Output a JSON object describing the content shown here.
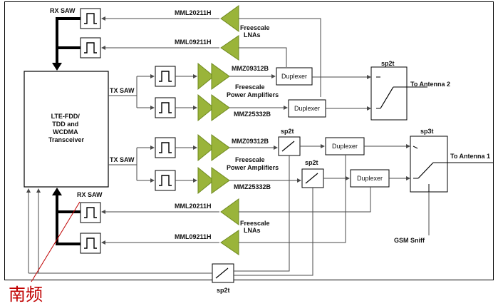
{
  "labels": {
    "rx_saw_top": "RX SAW",
    "rx_saw_bottom": "RX SAW",
    "tx_saw_1": "TX SAW",
    "tx_saw_2": "TX SAW",
    "lna_top_1": "MML20211H",
    "lna_top_2": "MML09211H",
    "lna_bot_1": "MML20211H",
    "lna_bot_2": "MML09211H",
    "pa_1": "MMZ09312B",
    "pa_2": "MMZ25332B",
    "pa_3": "MMZ09312B",
    "pa_4": "MMZ25332B",
    "freescale_lnas_top": [
      "Freescale",
      "LNAs"
    ],
    "freescale_lnas_bot": [
      "Freescale",
      "LNAs"
    ],
    "freescale_pa_top": [
      "Freescale",
      "Power Amplifiers"
    ],
    "freescale_pa_bot": [
      "Freescale",
      "Power Amplifiers"
    ],
    "duplexer": "Duplexer",
    "sp2t": "sp2t",
    "sp3t": "sp3t",
    "to_antenna_2": "To Antenna  2",
    "to_antenna_1": "To Antenna  1",
    "gsm_sniff": "GSM Sniff",
    "transceiver": [
      "LTE-FDD/",
      "TDD and",
      "WCDMA",
      "Transceiver"
    ],
    "annotation": "南频"
  },
  "colors": {
    "amp_fill": "#9ab43a",
    "amp_stroke": "#6f8a1f",
    "line": "#4a4a4a",
    "annotation": "#c00000"
  }
}
